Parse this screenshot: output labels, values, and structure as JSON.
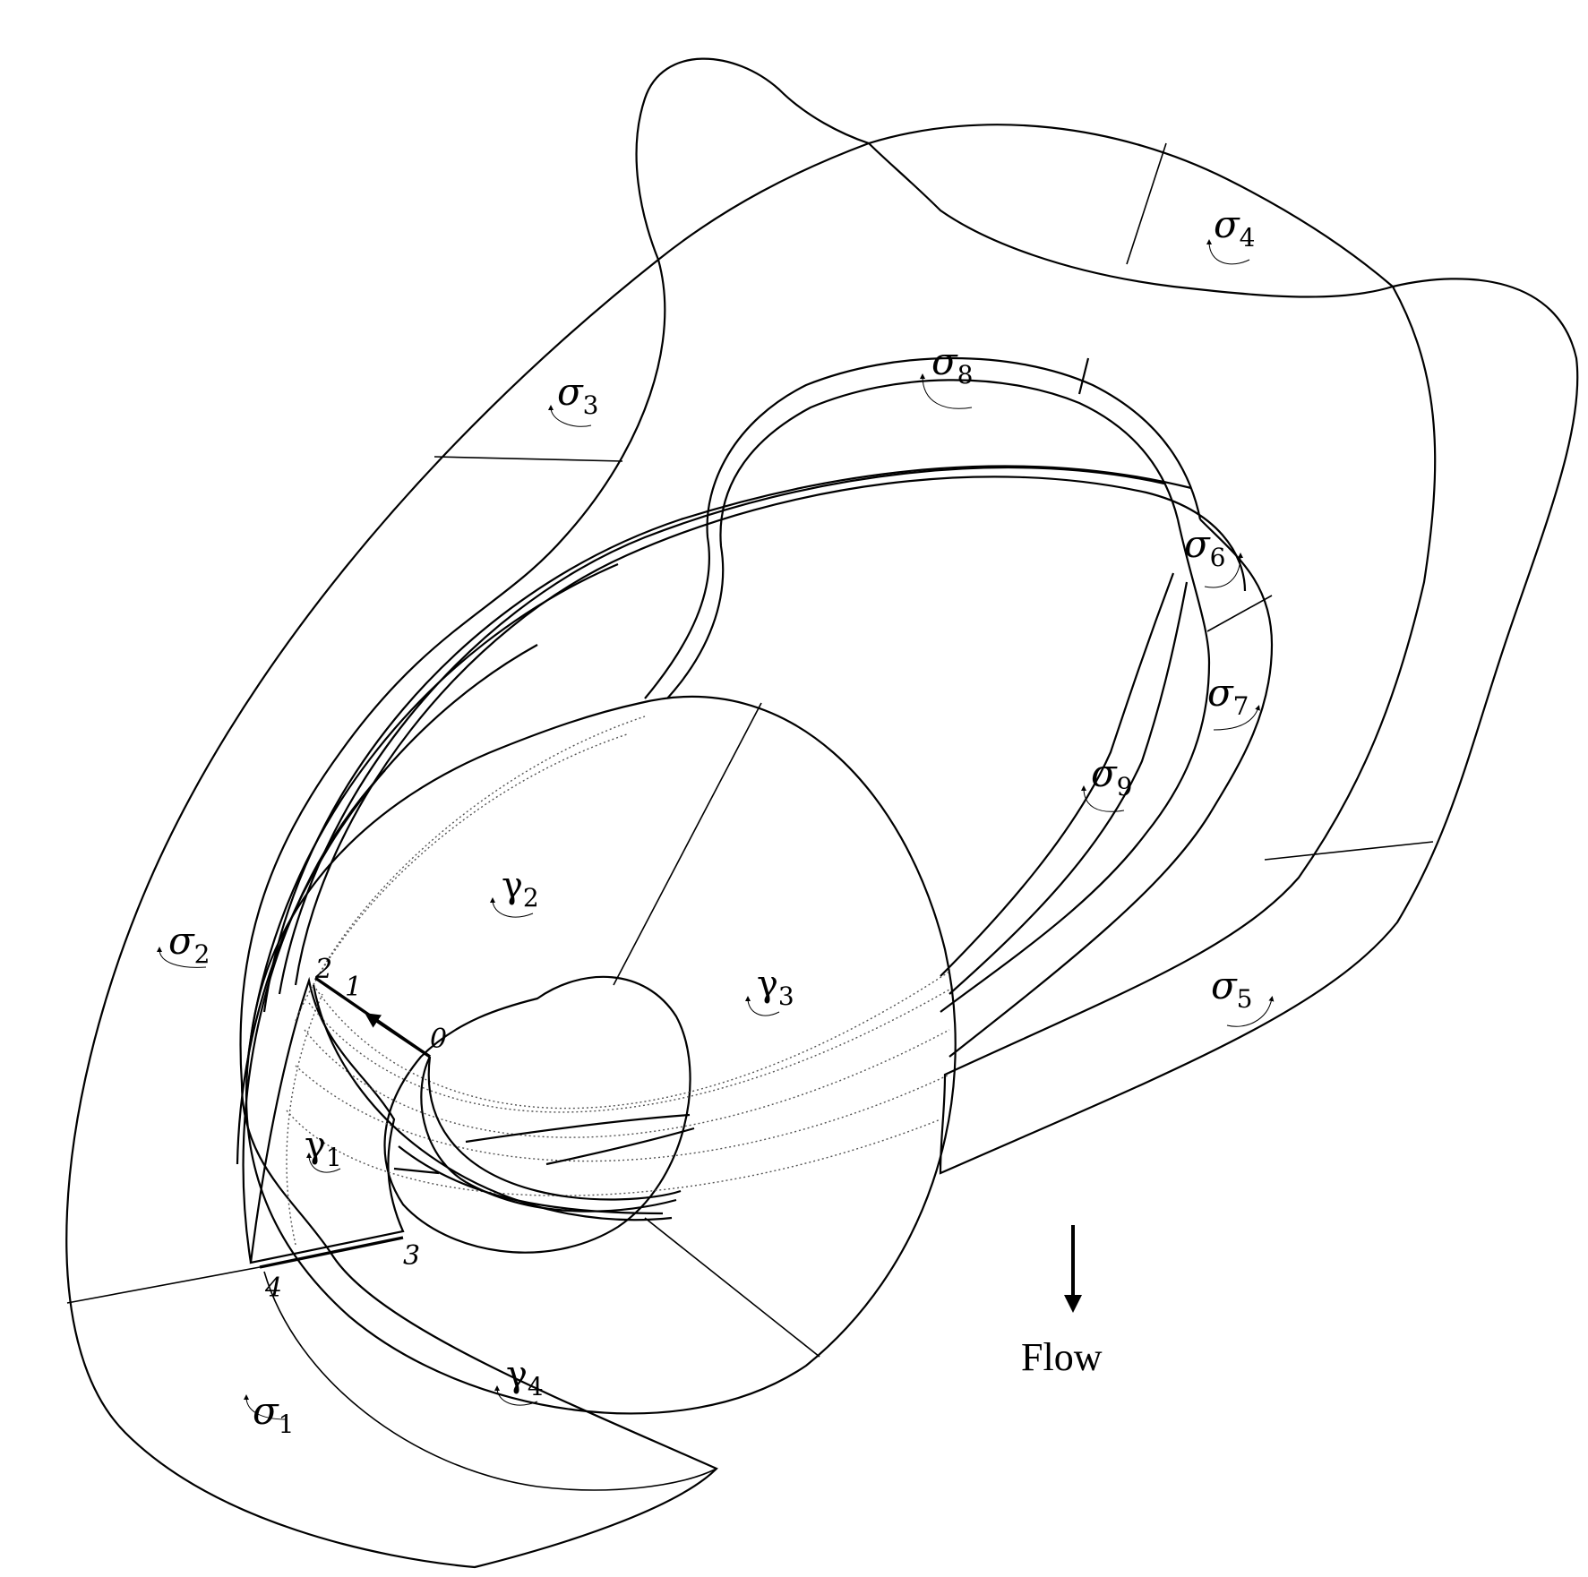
{
  "colors": {
    "fill": "#f9584e",
    "stroke": "#000000",
    "background": "#ffffff"
  },
  "labels": {
    "sigma1": {
      "base": "σ",
      "sub": "1"
    },
    "sigma2": {
      "base": "σ",
      "sub": "2"
    },
    "sigma3": {
      "base": "σ",
      "sub": "3"
    },
    "sigma4": {
      "base": "σ",
      "sub": "4"
    },
    "sigma5": {
      "base": "σ",
      "sub": "5"
    },
    "sigma6": {
      "base": "σ",
      "sub": "6"
    },
    "sigma7": {
      "base": "σ",
      "sub": "7"
    },
    "sigma8": {
      "base": "σ",
      "sub": "8"
    },
    "sigma9": {
      "base": "σ",
      "sub": "9"
    },
    "gamma1": {
      "base": "γ",
      "sub": "1"
    },
    "gamma2": {
      "base": "γ",
      "sub": "2"
    },
    "gamma3": {
      "base": "γ",
      "sub": "3"
    },
    "gamma4": {
      "base": "γ",
      "sub": "4"
    }
  },
  "points": {
    "p0": "0",
    "p1": "1",
    "p2": "2",
    "p3": "3",
    "p4": "4"
  },
  "flow": {
    "label": "Flow",
    "arrow_icon": "down-arrow-icon"
  }
}
